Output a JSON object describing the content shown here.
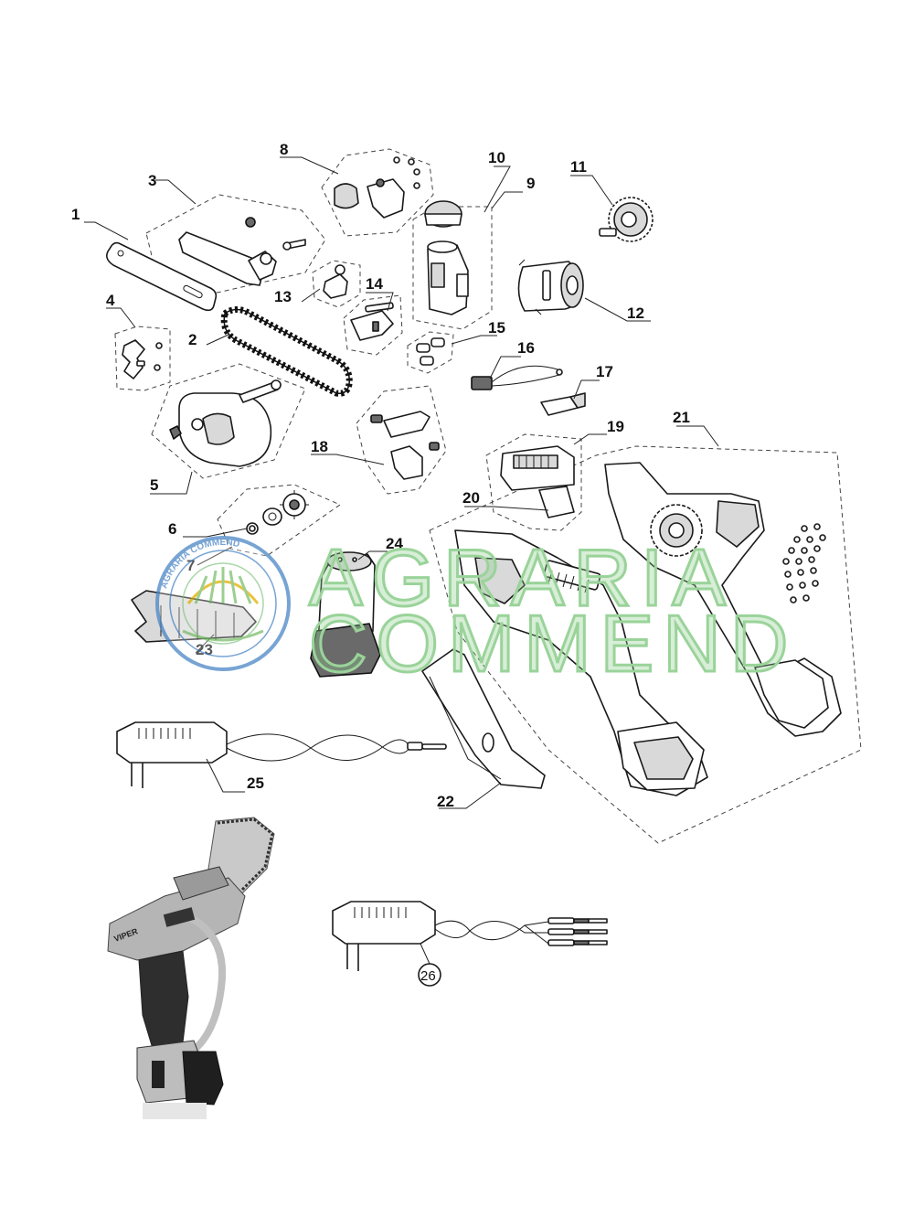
{
  "parts": {
    "p1": "1",
    "p2": "2",
    "p3": "3",
    "p4": "4",
    "p5": "5",
    "p6": "6",
    "p7": "7",
    "p8": "8",
    "p9": "9",
    "p10": "10",
    "p11": "11",
    "p12": "12",
    "p13": "13",
    "p14": "14",
    "p15": "15",
    "p16": "16",
    "p17": "17",
    "p18": "18",
    "p19": "19",
    "p20": "20",
    "p21": "21",
    "p22": "22",
    "p23": "23",
    "p24": "24",
    "p25": "25",
    "p26": "26"
  },
  "watermark": {
    "line1": "AGRARIA",
    "line2": "COMMEND"
  },
  "seal": {
    "text": "AGRARIA COMMEND"
  },
  "photo": {
    "brand_label": "VIPER"
  },
  "colors": {
    "watermark": "#9ad39a",
    "seal": "#4a86c5",
    "line": "#1a1a1a"
  }
}
